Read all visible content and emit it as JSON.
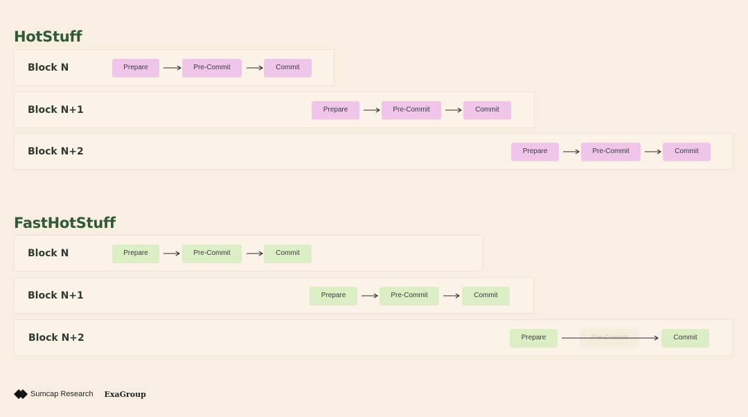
{
  "hotstuff": {
    "title": "HotStuff",
    "rows": [
      {
        "label": "Block N",
        "phases": [
          "Prepare",
          "Pre-Commit",
          "Commit"
        ]
      },
      {
        "label": "Block N+1",
        "phases": [
          "Prepare",
          "Pre-Commit",
          "Commit"
        ]
      },
      {
        "label": "Block N+2",
        "phases": [
          "Prepare",
          "Pre-Commit",
          "Commit"
        ]
      }
    ]
  },
  "fasthotstuff": {
    "title": "FastHotStuff",
    "rows": [
      {
        "label": "Block N",
        "phases": [
          "Prepare",
          "Pre-Commit",
          "Commit"
        ]
      },
      {
        "label": "Block N+1",
        "phases": [
          "Prepare",
          "Pre-Commit",
          "Commit"
        ]
      },
      {
        "label": "Block N+2",
        "phases": [
          "Prepare",
          "Pre-Commit",
          "Commit"
        ],
        "skipped_phase": "Pre-Commit"
      }
    ]
  },
  "footer": {
    "brand_1": "Sumcap Research",
    "brand_2": "ExaGroup"
  },
  "colors": {
    "background": "#f8eee1",
    "row_background": "#fcf3e8",
    "heading": "#2f5a38",
    "hotstuff_phase": "#efc6e9",
    "fasthotstuff_phase": "#dcefc4"
  }
}
